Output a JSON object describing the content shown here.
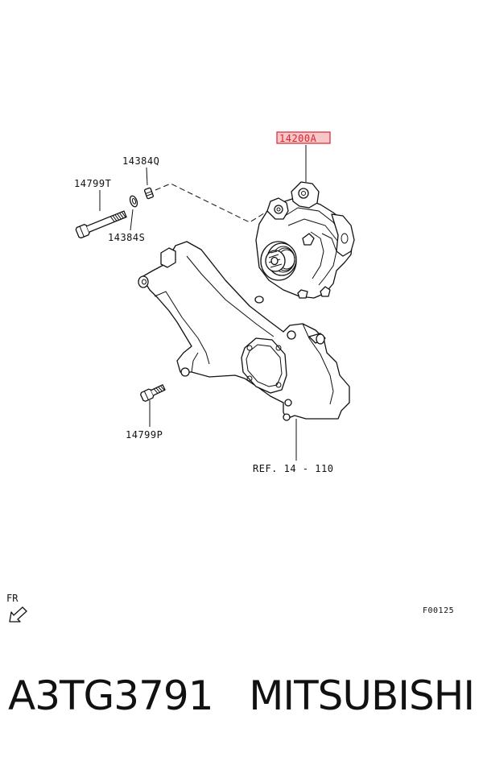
{
  "labels": {
    "main_part": "14200A",
    "nut": "14384Q",
    "bolt_long": "14799T",
    "washer": "14384S",
    "bolt_short": "14799P",
    "reference": "REF. 14 - 110"
  },
  "orientation": "FR",
  "figure_code": "F00125",
  "caption": "A3TG3791   MITSUBISHI",
  "colors": {
    "highlight_border": "#d9262f",
    "highlight_fill": "#f6c6c9",
    "line": "#111111"
  }
}
